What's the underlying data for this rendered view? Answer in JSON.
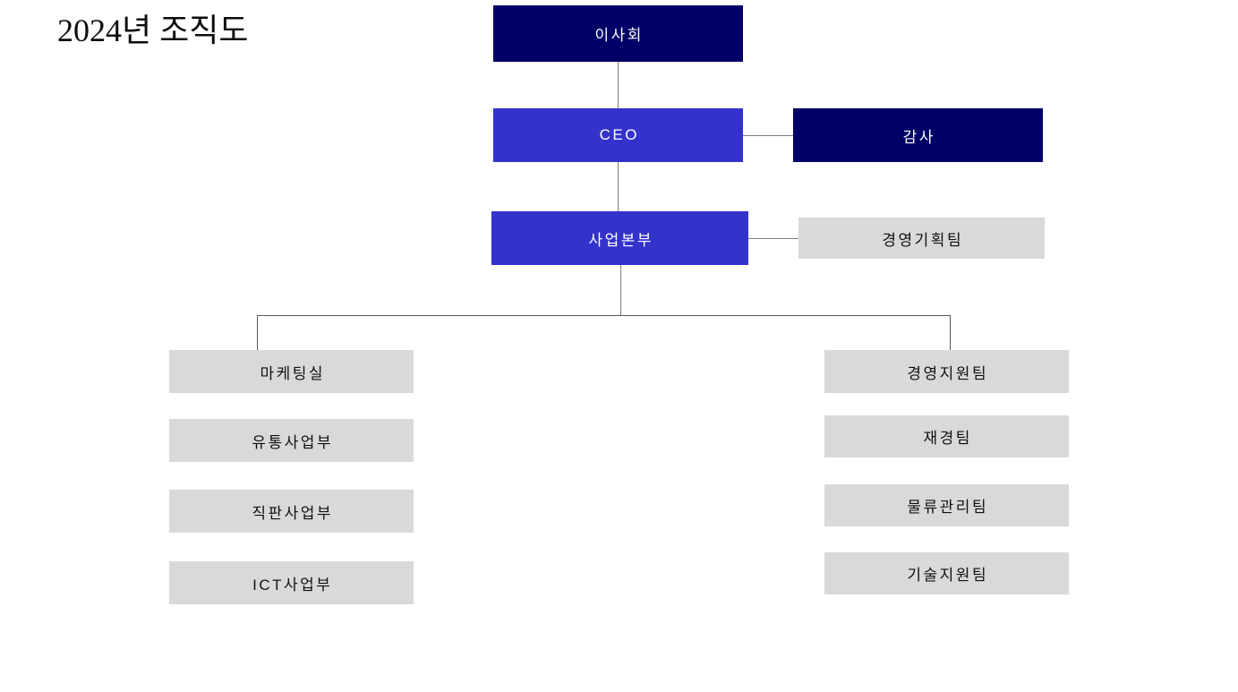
{
  "chart_title": "2024년 조직도",
  "nodes": {
    "board": {
      "label": "이사회",
      "style": "dark"
    },
    "ceo": {
      "label": "CEO",
      "style": "blue"
    },
    "audit": {
      "label": "감사",
      "style": "dark"
    },
    "division": {
      "label": "사업본부",
      "style": "blue"
    },
    "planning": {
      "label": "경영기획팀",
      "style": "gray"
    }
  },
  "left_branch": [
    {
      "label": "마케팅실",
      "style": "gray"
    },
    {
      "label": "유통사업부",
      "style": "gray"
    },
    {
      "label": "직판사업부",
      "style": "gray"
    },
    {
      "label": "ICT사업부",
      "style": "gray"
    }
  ],
  "right_branch": [
    {
      "label": "경영지원팀",
      "style": "gray"
    },
    {
      "label": "재경팀",
      "style": "gray"
    },
    {
      "label": "물류관리팀",
      "style": "gray"
    },
    {
      "label": "기술지원팀",
      "style": "gray"
    }
  ],
  "colors": {
    "dark_navy": "#000066",
    "blue": "#3333CC",
    "gray": "#D9D9D9",
    "line": "#7F7F7F",
    "text_light": "#FFFFFF",
    "text_dark": "#111111",
    "background": "#FFFFFF"
  }
}
